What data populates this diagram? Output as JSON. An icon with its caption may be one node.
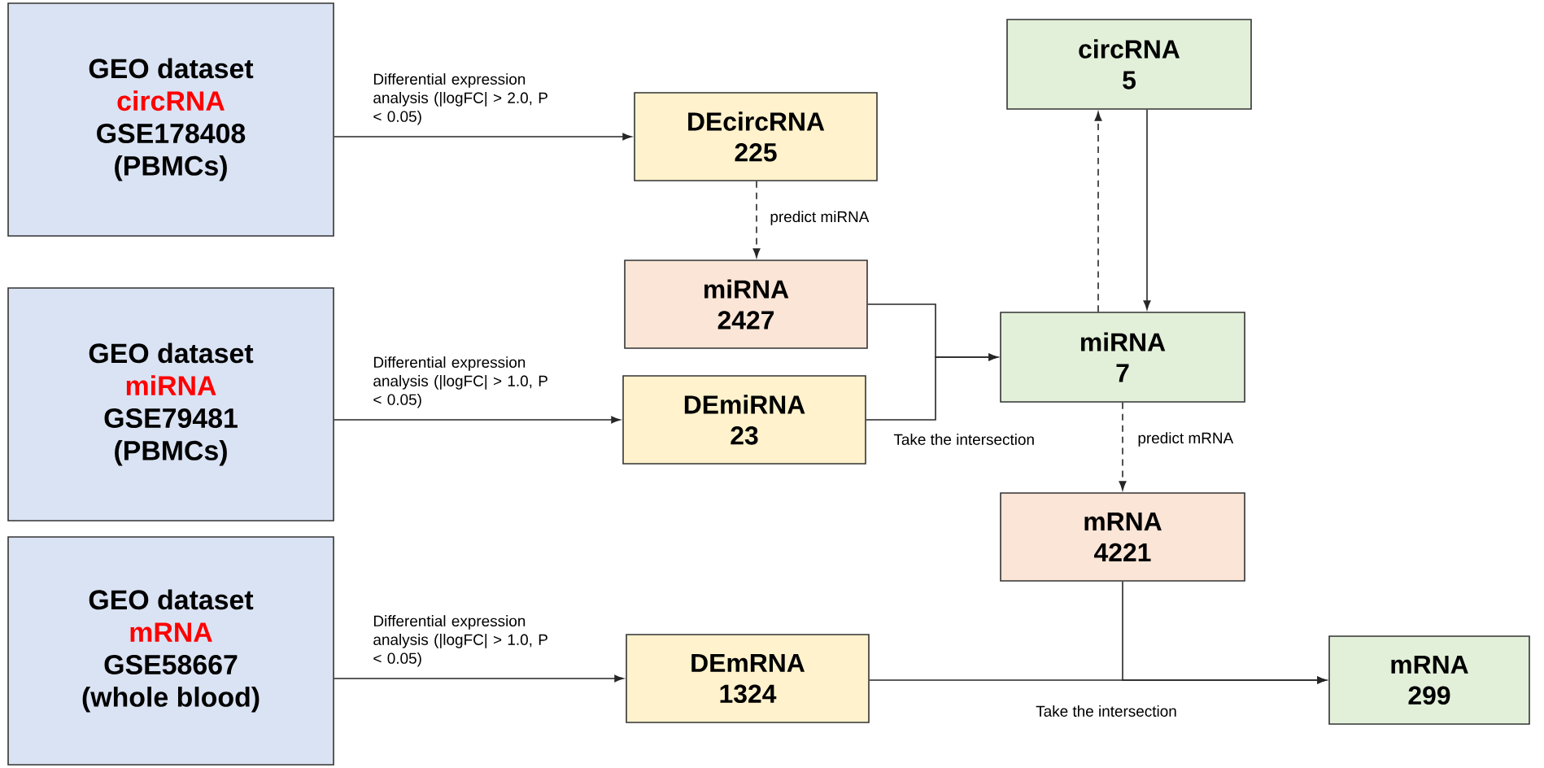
{
  "diagram": {
    "nodes": [
      {
        "text": [
          "GEO dataset",
          "circRNA",
          "GSE178408",
          "(PBMCs)"
        ]
      },
      {
        "text": [
          "GEO dataset",
          "miRNA",
          "GSE79481",
          "(PBMCs)"
        ]
      },
      {
        "text": [
          "GEO dataset",
          "mRNA",
          "GSE58667",
          "(whole blood)"
        ]
      },
      {
        "text": [
          "DEcircRNA",
          "225"
        ]
      },
      {
        "text": [
          "miRNA",
          "2427"
        ]
      },
      {
        "text": [
          "DEmiRNA",
          "23"
        ]
      },
      {
        "text": [
          "circRNA",
          "5"
        ]
      },
      {
        "text": [
          "miRNA",
          "7"
        ]
      },
      {
        "text": [
          "mRNA",
          "4221"
        ]
      },
      {
        "text": [
          "DEmRNA",
          "1324"
        ]
      },
      {
        "text": [
          "mRNA",
          "299"
        ]
      }
    ],
    "edges": [
      {
        "from": 0,
        "to": 3,
        "arrow": "to",
        "label": "Differential expression analysis (|logFC| > 2.0, P < 0.05)"
      },
      {
        "from": 3,
        "to": 4,
        "arrow": "to",
        "style": "dashed",
        "label": "predict miRNA"
      },
      {
        "from": 1,
        "to": 5,
        "arrow": "to",
        "label": "Differential expression analysis (|logFC| > 1.0, P < 0.05)"
      },
      {
        "from": 4,
        "to": 7,
        "arrow": "to"
      },
      {
        "from": 5,
        "to": 7,
        "arrow": "to",
        "label": "Take the intersection"
      },
      {
        "from": 7,
        "to": 6,
        "arrow": "to",
        "style": "dashed"
      },
      {
        "from": 6,
        "to": 7,
        "arrow": "to"
      },
      {
        "from": 7,
        "to": 8,
        "arrow": "to",
        "style": "dashed",
        "label": "predict mRNA"
      },
      {
        "from": 2,
        "to": 9,
        "arrow": "to",
        "label": "Differential expression analysis (|logFC| > 1.0, P < 0.05)"
      },
      {
        "from": 9,
        "to": 10,
        "arrow": "to"
      },
      {
        "from": 8,
        "to": 10,
        "arrow": "to",
        "label": "Take the intersection"
      }
    ]
  }
}
